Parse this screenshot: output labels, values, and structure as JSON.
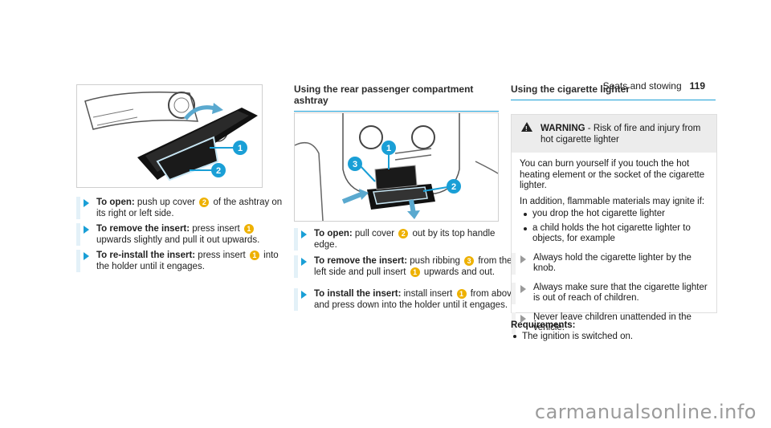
{
  "header": {
    "section": "Seats and stowing",
    "page_number": "119"
  },
  "col1": {
    "steps": [
      {
        "bold": "To open:",
        "text1": " push up cover ",
        "num1": "2",
        "text2": " of the ashtray on its right or left side."
      },
      {
        "bold": "To remove the insert:",
        "text1": " press insert ",
        "num1": "1",
        "text2": " upwards slightly and pull it out upwards."
      },
      {
        "bold": "To re-install the insert:",
        "text1": " press insert ",
        "num1": "1",
        "text2": " into the holder until it engages."
      }
    ]
  },
  "col2": {
    "title": "Using the rear passenger compartment ashtray",
    "steps": [
      {
        "bold": "To open:",
        "text1": " pull cover ",
        "num1": "2",
        "text2": " out by its top handle edge."
      },
      {
        "bold": "To remove the insert:",
        "text1": " push ribbing ",
        "num1": "3",
        "text2": " from the left side and pull insert ",
        "num2": "1",
        "text3": " upwards and out."
      },
      {
        "bold": "To install the insert:",
        "text1": " install insert ",
        "num1": "1",
        "text2": " from above and press down into the holder until it engages."
      }
    ]
  },
  "col3": {
    "title": "Using the cigarette lighter",
    "warning": {
      "label": "WARNING",
      "text": " - Risk of fire and injury from hot cigarette lighter",
      "p1": "You can burn yourself if you touch the hot heating element or the socket of the cigarette lighter.",
      "p2": "In addition, flammable materials may ignite if:",
      "bullets": [
        "you drop the hot cigarette lighter",
        "a child holds the hot cigarette lighter to objects, for example"
      ],
      "steps": [
        "Always hold the cigarette lighter by the knob.",
        "Always make sure that the cigarette lighter is out of reach of children.",
        "Never leave children unattended in the vehicle."
      ]
    },
    "requirements": {
      "title": "Requirements:",
      "item": "The ignition is switched on."
    }
  },
  "figures": {
    "fig1_labels": [
      "1",
      "2"
    ],
    "fig2_labels": [
      "1",
      "2",
      "3"
    ]
  },
  "watermark": "carmanualsonline.info"
}
